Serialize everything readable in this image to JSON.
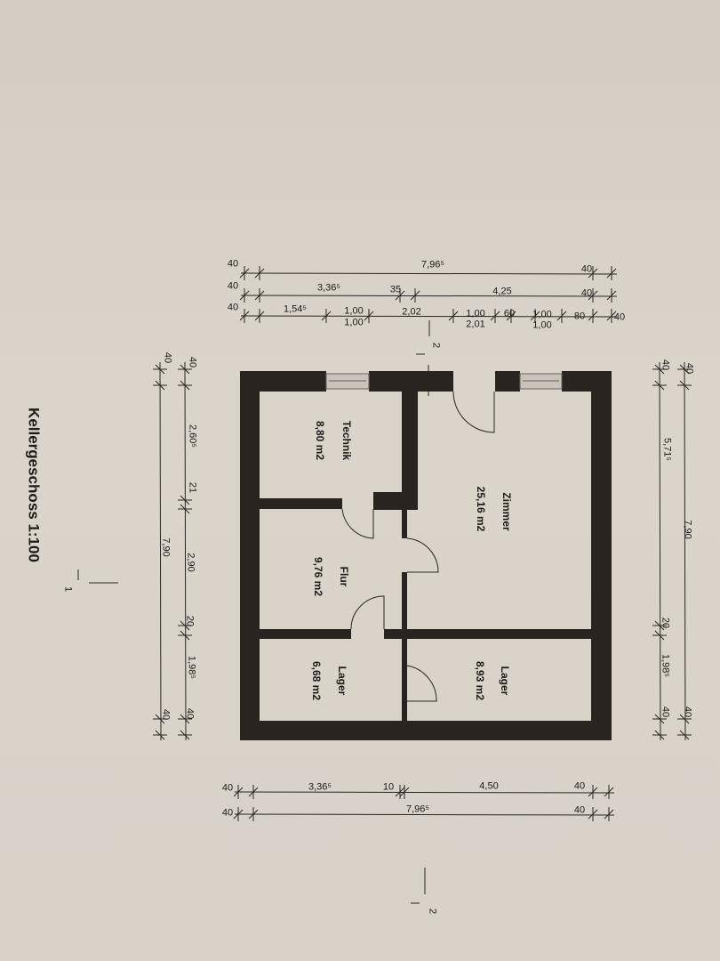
{
  "title": "Kellergeschoss 1:100",
  "rooms": [
    {
      "name": "Technik",
      "area": "8,80 m2"
    },
    {
      "name": "Zimmer",
      "area": "25,16 m2"
    },
    {
      "name": "Flur",
      "area": "9,76 m2"
    },
    {
      "name": "Lager",
      "area": "6,68 m2"
    },
    {
      "name": "Lager",
      "area": "8,93 m2"
    }
  ],
  "dimensions": {
    "top_row1": [
      "40",
      "7,96⁵",
      "40"
    ],
    "top_row2": [
      "40",
      "3,36⁵",
      "35",
      "4,25",
      "40"
    ],
    "top_row3": [
      "40",
      "1,54⁵",
      "1,00",
      "1,00",
      "2,02",
      "1,00",
      "2,01",
      "60",
      "1,00",
      "1,00",
      "80",
      "40"
    ],
    "bottom_row1": [
      "40",
      "3,36⁵",
      "10",
      "4,50",
      "40"
    ],
    "bottom_row2": [
      "40",
      "7,96⁵",
      "40"
    ],
    "left_outer": [
      "40",
      "7,90",
      "40"
    ],
    "left_inner": [
      "40",
      "2,60⁵",
      "21",
      "2,90",
      "20",
      "1,98⁵",
      "40"
    ],
    "right_inner": [
      "40",
      "5,71⁵",
      "20",
      "1,98⁵",
      "40"
    ],
    "right_outer": [
      "40",
      "7,90",
      "40"
    ]
  },
  "section_markers": [
    "2",
    "1",
    "2"
  ],
  "colors": {
    "wall": "#2a2421",
    "paper": "#d8d2c9",
    "window": "#c9c3bb"
  }
}
